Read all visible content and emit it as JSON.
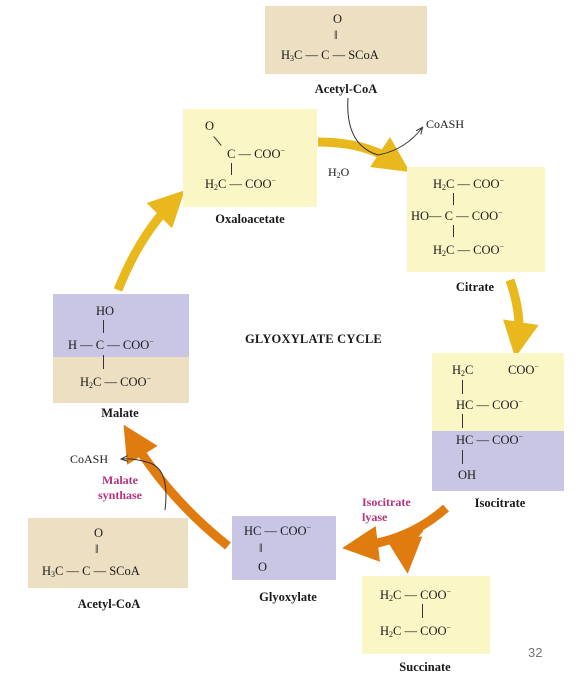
{
  "title": "GLYOXYLATE CYCLE",
  "page_number": "32",
  "compounds": {
    "acetyl_coa_top": {
      "label": "Acetyl-CoA",
      "row1": "O",
      "row2": "‖",
      "row3_left": "H",
      "row3_mid": "C — C — SCoA"
    },
    "oxaloacetate": {
      "label": "Oxaloacetate",
      "row1": "O",
      "row2a": "C — COO",
      "row3": "H",
      "row3b": "C — COO"
    },
    "citrate": {
      "label": "Citrate",
      "row1": "H",
      "row1b": "C — COO",
      "row2": "HO— C — COO",
      "row3": "H",
      "row3b": "C — COO"
    },
    "isocitrate": {
      "label": "Isocitrate",
      "row1": "H",
      "row1b": "C",
      "row1c": "COO",
      "row2": "HC — COO",
      "row3": "HC — COO",
      "row4": "OH"
    },
    "succinate": {
      "label": "Succinate",
      "row1": "H",
      "row1b": "C — COO",
      "row2": "H",
      "row2b": "C — COO"
    },
    "glyoxylate": {
      "label": "Glyoxylate",
      "row1": "HC — COO",
      "row2": "‖",
      "row3": "O"
    },
    "acetyl_coa_bottom": {
      "label": "Acetyl-CoA",
      "row1": "O",
      "row2": "‖",
      "row3_left": "H",
      "row3_mid": "C — C — SCoA"
    },
    "malate": {
      "label": "Malate",
      "row1": "HO",
      "row2": "H — C — COO",
      "row3": "H",
      "row3b": "C — COO"
    }
  },
  "side_molecules": {
    "coash_top": "CoASH",
    "h2o": "H",
    "h2o_tail": "O",
    "coash_bottom": "CoASH"
  },
  "enzymes": {
    "isocitrate_lyase_1": "Isocitrate",
    "isocitrate_lyase_2": "lyase",
    "malate_synthase_1": "Malate",
    "malate_synthase_2": "synthase"
  },
  "sub_two": "2",
  "sub_three": "3",
  "charge": "−",
  "colors": {
    "yellow_box": "#fbf6c6",
    "tan_box": "#ecdfc2",
    "purple_box": "#c8c6e4",
    "yellow_arrow": "#e8b81c",
    "orange_arrow": "#e07b10",
    "enzyme_text": "#b5327c"
  }
}
